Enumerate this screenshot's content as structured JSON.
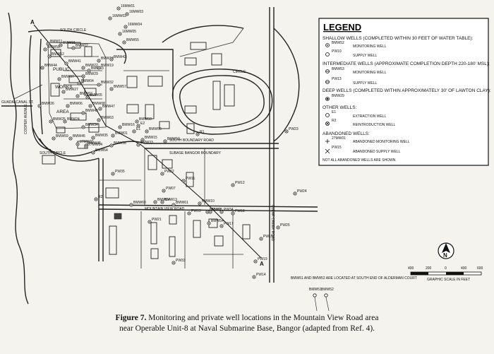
{
  "legend": {
    "title": "LEGEND",
    "sections": [
      {
        "heading": "SHALLOW WELLS (COMPLETED WITHIN 30 FEET OF WATER TABLE):",
        "items": [
          {
            "code": "BMW52",
            "text": "MONITORING WELL"
          },
          {
            "code": "PW10",
            "text": "SUPPLY WELL"
          }
        ]
      },
      {
        "heading": "INTERMEDIATE WELLS (APPROXIMATE COMPLETION DEPTH 220-180' MSL):",
        "items": [
          {
            "code": "BMW53",
            "text": "MONITORING WELL"
          },
          {
            "code": "PW13",
            "text": "SUPPLY WELL"
          }
        ]
      },
      {
        "heading": "DEEP WELLS (COMPLETED WITHIN APPROXIMATELY 30' OF LAWTON CLAY):",
        "items": [
          {
            "code": "BMW29",
            "text": ""
          }
        ]
      },
      {
        "heading": "OTHER WELLS:",
        "items": [
          {
            "code": "E1",
            "text": "EXTRACTION WELL"
          },
          {
            "code": "R2",
            "text": "REINTRODUCTION WELL"
          }
        ]
      },
      {
        "heading": "ABANDONED WELLS:",
        "items": [
          {
            "code": "27MW01",
            "text": "ABANDONED MONITORING WELL"
          },
          {
            "code": "PW15",
            "text": "ABANDONED SUPPLY WELL"
          }
        ]
      }
    ],
    "note": "NOT ALL ABANDONED WELLS ARE SHOWN."
  },
  "map": {
    "roads": {
      "south_circle": "SOUTH CIRCLE",
      "south_circle_lower": "SOUTH CIRCLE",
      "south_boundary": "SOUTH BOUNDARY ROAD",
      "shadow_boundary": "SUBASE BANGOR BOUNDARY",
      "mountain_view": "MOUNTAIN VIEW ROAD",
      "clear_creek": "CLEAR CREEK ROAD",
      "quadrant": "GUADALCANAL ST.",
      "circle_top": "CIRCLE",
      "cooper_ave": "COOPER AVENUE"
    },
    "areas": {
      "public": "PUBLIC",
      "works": "WORKS",
      "area": "AREA"
    },
    "section_marker": "A",
    "wells": [
      "BMW01",
      "BMW02",
      "BMW03",
      "BMW04",
      "BMW05",
      "BMW06",
      "BMW07",
      "BMW08",
      "BMW10",
      "BMW11",
      "BMW12",
      "BMW13",
      "BMW14",
      "BMW15",
      "BMW16",
      "BMW18",
      "BMW19",
      "BMW22",
      "BMW24",
      "BMW25",
      "BMW26",
      "BMW27",
      "BMW29",
      "BMW31",
      "BMW32",
      "BMW33",
      "BMW34",
      "BMW35",
      "BMW36",
      "BMW41",
      "BMW42",
      "BMW43",
      "BMW44",
      "BMW45",
      "BMW46",
      "BMW47",
      "BMW50",
      "BMW51",
      "BMW52",
      "BMW53",
      "BMW54",
      "BMW55",
      "BMW56",
      "BMW57",
      "BMW58",
      "BMW59",
      "BMW60",
      "BMW61",
      "BMW62",
      "BMW63",
      "BMW64",
      "BMW65",
      "PW07",
      "PW11",
      "PW12",
      "PW13",
      "PW14",
      "PW15",
      "PW16",
      "PW17",
      "PW18",
      "PW19",
      "PW21",
      "PW22",
      "PW23",
      "PW24",
      "PW25",
      "PW33",
      "PW34",
      "PW35",
      "E1",
      "E2",
      "R1",
      "R2",
      "16MW01",
      "16MW02",
      "16MW03",
      "16MW04",
      "16MW05",
      "27MW01",
      "27MW04"
    ],
    "note_located": "BMW51 AND BMW52 ARE LOCATED AT SOUTH END OF ALDERMAN COURT",
    "north_label": "N",
    "scale": {
      "ticks": [
        "400",
        "200",
        "0",
        "400",
        "600"
      ],
      "label": "GRAPHIC SCALE IN FEET"
    }
  },
  "caption": {
    "figure": "Figure 7.",
    "line1": "Monitoring and private well locations in the Mountain View Road area",
    "line2": "near Operable Unit-8 at Naval Submarine Base, Bangor (adapted from Ref. 4)."
  }
}
